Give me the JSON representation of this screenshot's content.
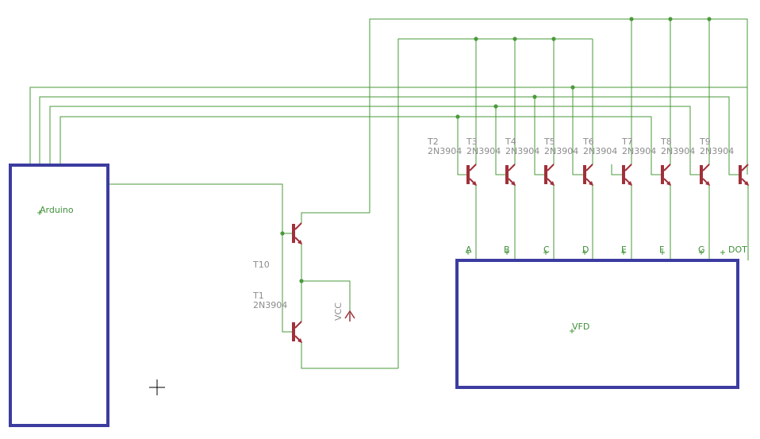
{
  "colors": {
    "background": "#ffffff",
    "wire": "#4a9a3a",
    "part_outline": "#3c3ca0",
    "transistor": "#a0303a",
    "label_gray": "#8c8c8c",
    "label_green": "#3f8f3a"
  },
  "schematic": {
    "arduino_label": "Arduino",
    "vfd_label": "VFD",
    "vcc_label": "VCC",
    "t1_name": "T1",
    "t1_value": "2N3904",
    "t10_name": "T10",
    "segment_transistors": [
      {
        "name": "T2",
        "value": "2N3904"
      },
      {
        "name": "T3",
        "value": "2N3904"
      },
      {
        "name": "T4",
        "value": "2N3904"
      },
      {
        "name": "T5",
        "value": "2N3904"
      },
      {
        "name": "T6",
        "value": "2N3904"
      },
      {
        "name": "T7",
        "value": "2N3904"
      },
      {
        "name": "T8",
        "value": "2N3904"
      },
      {
        "name": "T9",
        "value": "2N3904"
      }
    ],
    "vfd_pins": [
      "A",
      "B",
      "C",
      "D",
      "E",
      "F",
      "G",
      "DOT"
    ]
  }
}
